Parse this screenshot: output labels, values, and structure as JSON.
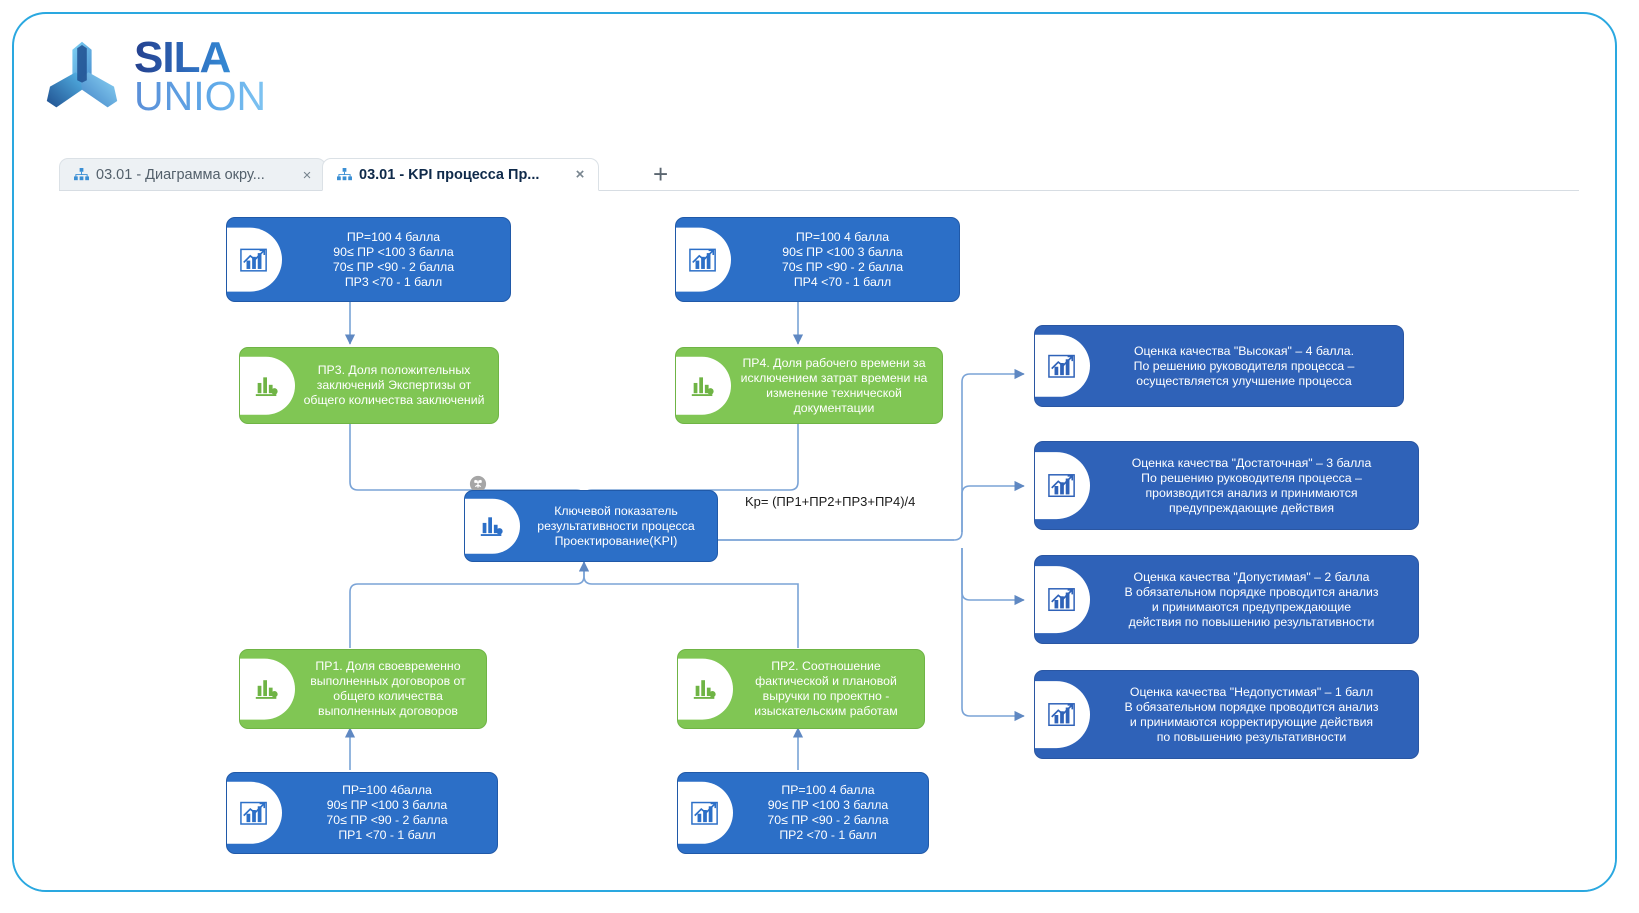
{
  "brand": {
    "line1": "SILA",
    "line2": "UNION",
    "logo_icon": "sila-union-logo"
  },
  "tabs": {
    "items": [
      {
        "label": "03.01 - Диаграмма окру...",
        "icon": "diagram-icon",
        "close_label": "×",
        "active": false
      },
      {
        "label": "03.01 - KPI процесса Пр...",
        "icon": "diagram-icon",
        "close_label": "×",
        "active": true
      }
    ],
    "new_tab_label": "+"
  },
  "diagram": {
    "formula": "Kp= (ПР1+ПР2+ПР3+ПР4)/4",
    "nodes": {
      "scale_pr3": "ПР=100 4 балла\n90≤ ПР <100 3 балла\n70≤ ПР <90 - 2 балла\nПР3 <70 - 1 балл",
      "scale_pr4": "ПР=100 4 балла\n90≤ ПР <100 3 балла\n70≤ ПР <90 - 2 балла\nПР4 <70 - 1 балл",
      "scale_pr1": "ПР=100 4балла\n90≤ ПР <100 3 балла\n70≤ ПР <90 - 2 балла\nПР1 <70 - 1 балл",
      "scale_pr2": "ПР=100 4 балла\n90≤ ПР <100 3 балла\n70≤ ПР <90 - 2 балла\nПР2 <70 - 1 балл",
      "pr3": "ПР3. Доля положительных заключений Экспертизы от общего количества заключений",
      "pr4": "ПР4. Доля рабочего времени за исключением затрат времени на изменение технической документации",
      "pr1": "ПР1. Доля своевременно выполненных договоров от общего количества выполненных договоров",
      "pr2": "ПР2. Соотношение фактической и плановой выручки по проектно - изыскательским работам",
      "kpi": "Ключевой показатель результативности процесса Проектирование(KPI)",
      "result_high": "Оценка качества \"Высокая\" – 4 балла.\nПо решению руководителя процесса –\nосуществляется улучшение процесса",
      "result_sufficient": "Оценка качества \"Достаточная\" – 3 балла\nПо решению руководителя процесса –\nпроизводится анализ и принимаются\nпредупреждающие действия",
      "result_acceptable": "Оценка качества \"Допустимая\" – 2 балла\nВ обязательном порядке проводится анализ\nи принимаются предупреждающие\nдействия по повышению результативности",
      "result_unacceptable": "Оценка качества \"Недопустимая\" – 1 балл\nВ обязательном порядке проводится анализ\nи принимаются корректирующие действия\nпо повышению результативности"
    }
  },
  "colors": {
    "accent": "#2aa8e0",
    "blue_node": "#2c6fc7",
    "blue_node_dark": "#2f62b8",
    "green_node": "#80c654",
    "connector": "#7aa3d6"
  }
}
